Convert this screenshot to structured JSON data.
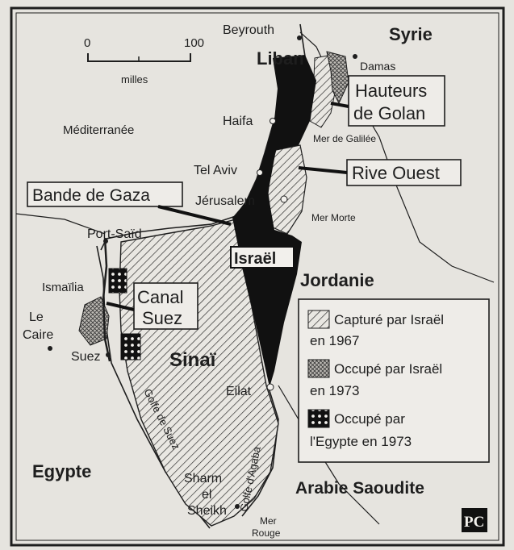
{
  "scale": {
    "min": "0",
    "max": "100",
    "unit": "milles"
  },
  "places": {
    "beyrouth": "Beyrouth",
    "syrie": "Syrie",
    "liban": "Liban",
    "damas": "Damas",
    "haifa": "Haifa",
    "mer_galilee": "Mer de Galilée",
    "tel_aviv": "Tel Aviv",
    "jerusalem": "Jérusalem",
    "mer_morte": "Mer Morte",
    "mediterranee": "Méditerranée",
    "port_said": "Port-Saïd",
    "israel": "Israël",
    "jordanie": "Jordanie",
    "ismailia": "Ismaïlia",
    "le": "Le",
    "caire": "Caire",
    "suez": "Suez",
    "sinai": "Sinaï",
    "eilat": "Eilat",
    "golfe_suez": "Golfe de Suez",
    "golfe_aqaba": "Golfe d'Agaba",
    "egypte": "Egypte",
    "sharm_1": "Sharm",
    "sharm_2": "el",
    "sharm_3": "Sheikh",
    "mer_rouge_1": "Mer",
    "mer_rouge_2": "Rouge",
    "arabie": "Arabie Saoudite"
  },
  "callouts": {
    "golan_1": "Hauteurs",
    "golan_2": "de Golan",
    "rive_ouest": "Rive Ouest",
    "gaza": "Bande de Gaza",
    "canal_1": "Canal",
    "canal_2": "Suez"
  },
  "legend": {
    "item1_line1": "Capturé par Israël",
    "item1_line2": "en 1967",
    "item2_line1": "Occupé par Israël",
    "item2_line2": "en 1973",
    "item3_line1": "Occupé par",
    "item3_line2": "l'Egypte en 1973"
  },
  "logo": "PC",
  "colors": {
    "paper": "#e6e4df",
    "ink": "#1e1e1e",
    "israel": "#111111"
  }
}
